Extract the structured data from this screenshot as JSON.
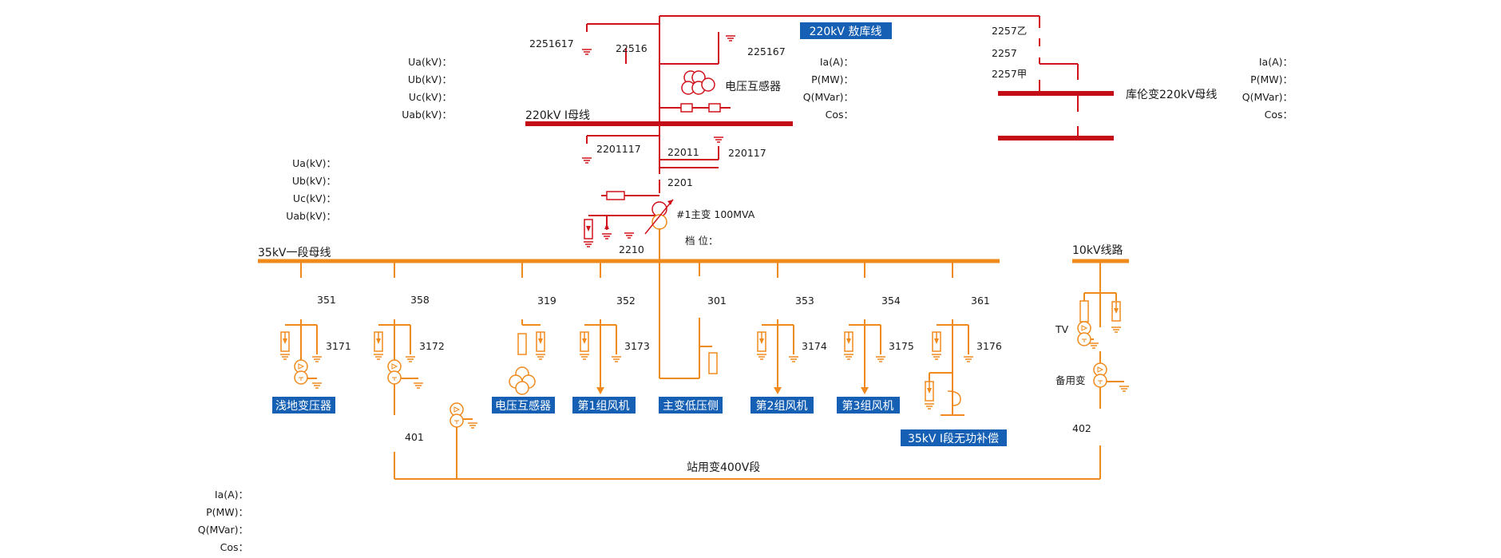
{
  "colors": {
    "hv": "#d0121b",
    "mv": "#f08a1c",
    "label_bg": "#1560b4",
    "text": "#1a1a1a"
  },
  "buses": {
    "bus220_1": "220kV Ⅰ母线",
    "bus35_1": "35kV一段母线",
    "bus_kulun": "库伦变220kV母线",
    "line10kv": "10kV线路",
    "bus400v": "站用变400V段"
  },
  "line220": {
    "label": "220kV 敖库线"
  },
  "switches": {
    "s2251617": "2251617",
    "s22516": "22516",
    "s225167": "225167",
    "s2257b": "2257乙",
    "s2257": "2257",
    "s2257a": "2257甲",
    "s2201117": "2201117",
    "s22011": "22011",
    "s220117": "220117",
    "s2201": "2201",
    "s2210": "2210",
    "s351": "351",
    "s358": "358",
    "s319": "319",
    "s352": "352",
    "s301": "301",
    "s353": "353",
    "s354": "354",
    "s361": "361",
    "s3171": "3171",
    "s3172": "3172",
    "s3173": "3173",
    "s3174": "3174",
    "s3175": "3175",
    "s3176": "3176",
    "s401": "401",
    "s402": "402"
  },
  "equipment": {
    "pt220": "电压互感器",
    "main_tx": "#1主变 100MVA",
    "tap_label": "档  位：",
    "tv": "TV",
    "standby_tx": "备用变"
  },
  "feeder_labels": {
    "f351": "浅地变压器",
    "f319": "电压互感器",
    "f352": "第1组风机",
    "f301": "主变低压侧",
    "f353": "第2组风机",
    "f354": "第3组风机",
    "f361": "35kV Ⅰ段无功补偿"
  },
  "meas_voltage_220": {
    "ua": "Ua(kV)：",
    "ub": "Ub(kV)：",
    "uc": "Uc(kV)：",
    "uab": "Uab(kV)："
  },
  "meas_voltage_35": {
    "ua": "Ua(kV)：",
    "ub": "Ub(kV)：",
    "uc": "Uc(kV)：",
    "uab": "Uab(kV)："
  },
  "meas_line_mid": {
    "ia": "Ia(A)：",
    "p": "P(MW)：",
    "q": "Q(MVar)：",
    "cos": "Cos："
  },
  "meas_line_right": {
    "ia": "Ia(A)：",
    "p": "P(MW)：",
    "q": "Q(MVar)：",
    "cos": "Cos："
  },
  "meas_bottom": {
    "ia": "Ia(A)：",
    "p": "P(MW)：",
    "q": "Q(MVar)：",
    "cos": "Cos："
  }
}
